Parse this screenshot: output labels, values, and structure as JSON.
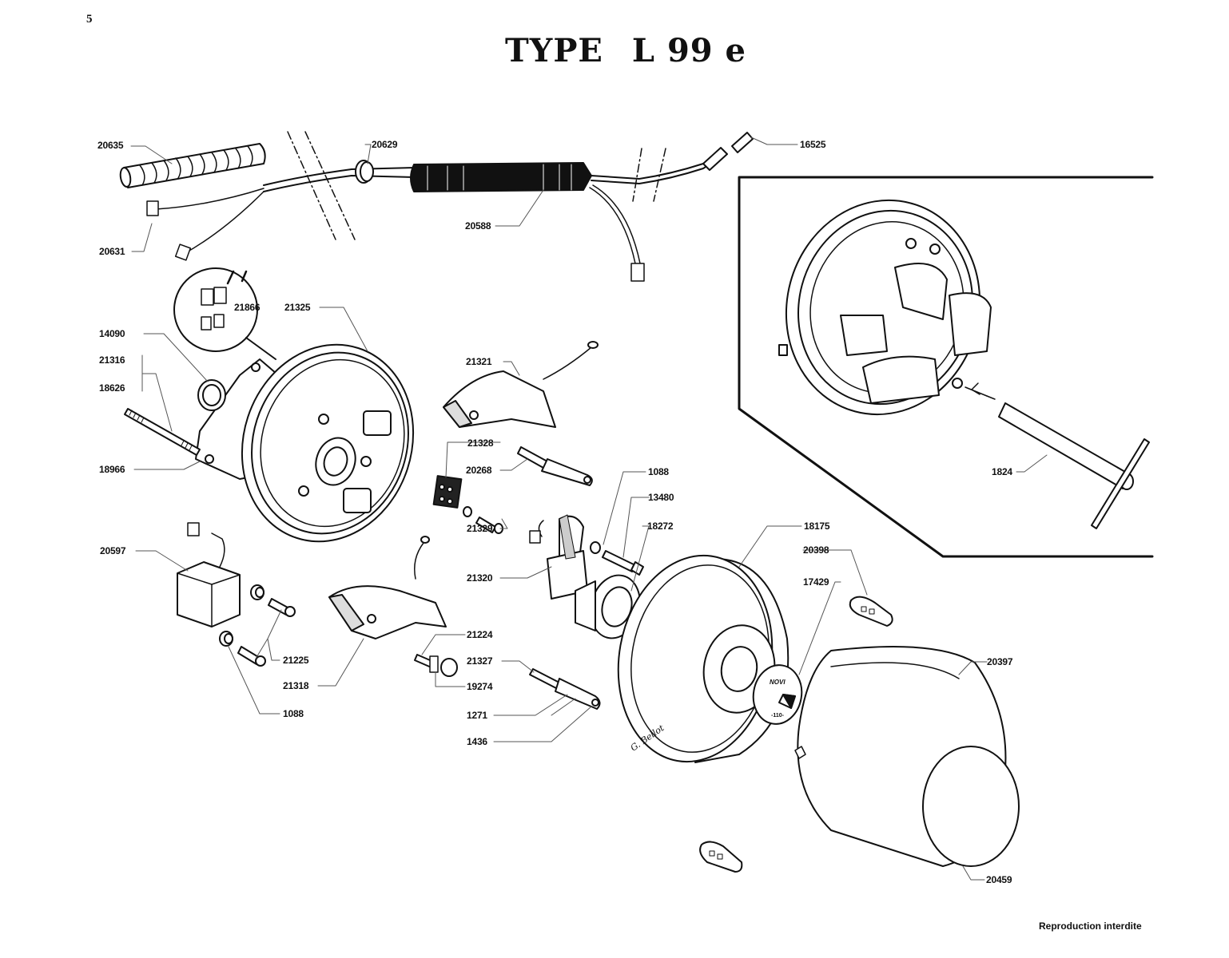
{
  "page": {
    "number": "5",
    "title_prefix": "TYPE",
    "title_model": "L 99 e",
    "footer": "Reproduction interdite",
    "signature": "G. Bellot",
    "cap_brand": "NOVI",
    "cap_code": "-110-"
  },
  "parts": {
    "p20635": "20635",
    "p20629": "20629",
    "p16525": "16525",
    "p20588": "20588",
    "p20631": "20631",
    "p21866": "21866",
    "p21325": "21325",
    "p14090": "14090",
    "p21316": "21316",
    "p18626": "18626",
    "p18966": "18966",
    "p21321": "21321",
    "p21328": "21328",
    "p20268": "20268",
    "p21329": "21329",
    "p21320": "21320",
    "p1088a": "1088",
    "p13480": "13480",
    "p18272": "18272",
    "p18175": "18175",
    "p20398": "20398",
    "p17429": "17429",
    "p20397": "20397",
    "p20459": "20459",
    "p1824": "1824",
    "p20597": "20597",
    "p21225": "21225",
    "p1088b": "1088",
    "p21318": "21318",
    "p21224": "21224",
    "p21327": "21327",
    "p19274": "19274",
    "p1271": "1271",
    "p1436": "1436"
  },
  "colors": {
    "ink": "#111111",
    "paper": "#ffffff",
    "leader": "#555555"
  }
}
